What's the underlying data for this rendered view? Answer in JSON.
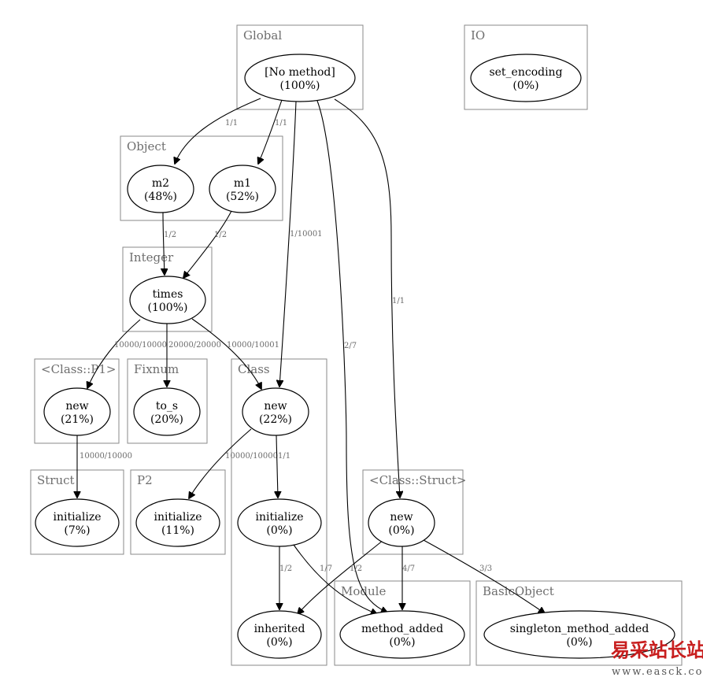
{
  "clusters": [
    {
      "id": "global",
      "label": "Global"
    },
    {
      "id": "io",
      "label": "IO"
    },
    {
      "id": "object",
      "label": "Object"
    },
    {
      "id": "integer",
      "label": "Integer"
    },
    {
      "id": "class_p1",
      "label": "<Class::P1>"
    },
    {
      "id": "fixnum",
      "label": "Fixnum"
    },
    {
      "id": "class",
      "label": "Class"
    },
    {
      "id": "struct",
      "label": "Struct"
    },
    {
      "id": "p2",
      "label": "P2"
    },
    {
      "id": "class_struct",
      "label": "<Class::Struct>"
    },
    {
      "id": "module",
      "label": "Module"
    },
    {
      "id": "basicobject",
      "label": "BasicObject"
    }
  ],
  "nodes": [
    {
      "id": "no_method",
      "name": "[No method]",
      "percent": "(100%)"
    },
    {
      "id": "set_encoding",
      "name": "set_encoding",
      "percent": "(0%)"
    },
    {
      "id": "m2",
      "name": "m2",
      "percent": "(48%)"
    },
    {
      "id": "m1",
      "name": "m1",
      "percent": "(52%)"
    },
    {
      "id": "times",
      "name": "times",
      "percent": "(100%)"
    },
    {
      "id": "p1_new",
      "name": "new",
      "percent": "(21%)"
    },
    {
      "id": "to_s",
      "name": "to_s",
      "percent": "(20%)"
    },
    {
      "id": "class_new",
      "name": "new",
      "percent": "(22%)"
    },
    {
      "id": "struct_initialize",
      "name": "initialize",
      "percent": "(7%)"
    },
    {
      "id": "p2_initialize",
      "name": "initialize",
      "percent": "(11%)"
    },
    {
      "id": "class_initialize",
      "name": "initialize",
      "percent": "(0%)"
    },
    {
      "id": "class_struct_new",
      "name": "new",
      "percent": "(0%)"
    },
    {
      "id": "inherited",
      "name": "inherited",
      "percent": "(0%)"
    },
    {
      "id": "method_added",
      "name": "method_added",
      "percent": "(0%)"
    },
    {
      "id": "singleton_method_added",
      "name": "singleton_method_added",
      "percent": "(0%)"
    }
  ],
  "edges": [
    {
      "from": "no_method",
      "to": "m2",
      "label": "1/1"
    },
    {
      "from": "no_method",
      "to": "m1",
      "label": "1/1"
    },
    {
      "from": "no_method",
      "to": "class_new",
      "label": "1/10001"
    },
    {
      "from": "no_method",
      "to": "method_added",
      "label": "2/7"
    },
    {
      "from": "no_method",
      "to": "class_struct_new",
      "label": "1/1"
    },
    {
      "from": "m2",
      "to": "times",
      "label": "1/2"
    },
    {
      "from": "m1",
      "to": "times",
      "label": "1/2"
    },
    {
      "from": "times",
      "to": "p1_new",
      "label": "10000/10000"
    },
    {
      "from": "times",
      "to": "to_s",
      "label": "20000/20000"
    },
    {
      "from": "times",
      "to": "class_new",
      "label": "10000/10001"
    },
    {
      "from": "p1_new",
      "to": "struct_initialize",
      "label": "10000/10000"
    },
    {
      "from": "class_new",
      "to": "p2_initialize",
      "label": "10000/10000"
    },
    {
      "from": "class_new",
      "to": "class_initialize",
      "label": "1/1"
    },
    {
      "from": "class_initialize",
      "to": "inherited",
      "label": "1/2"
    },
    {
      "from": "class_initialize",
      "to": "method_added",
      "label": "1/7"
    },
    {
      "from": "class_struct_new",
      "to": "inherited",
      "label": "1/2"
    },
    {
      "from": "class_struct_new",
      "to": "method_added",
      "label": "4/7"
    },
    {
      "from": "class_struct_new",
      "to": "singleton_method_added",
      "label": "3/3"
    }
  ],
  "watermark": {
    "main": "易采站长站",
    "sub": "www.easck.com"
  },
  "colors": {
    "edge": "#000000",
    "cluster_border": "#8a8a8a",
    "cluster_label": "#6e6e6e",
    "edge_label": "#6a6a6a",
    "watermark": "#c81e1e"
  }
}
